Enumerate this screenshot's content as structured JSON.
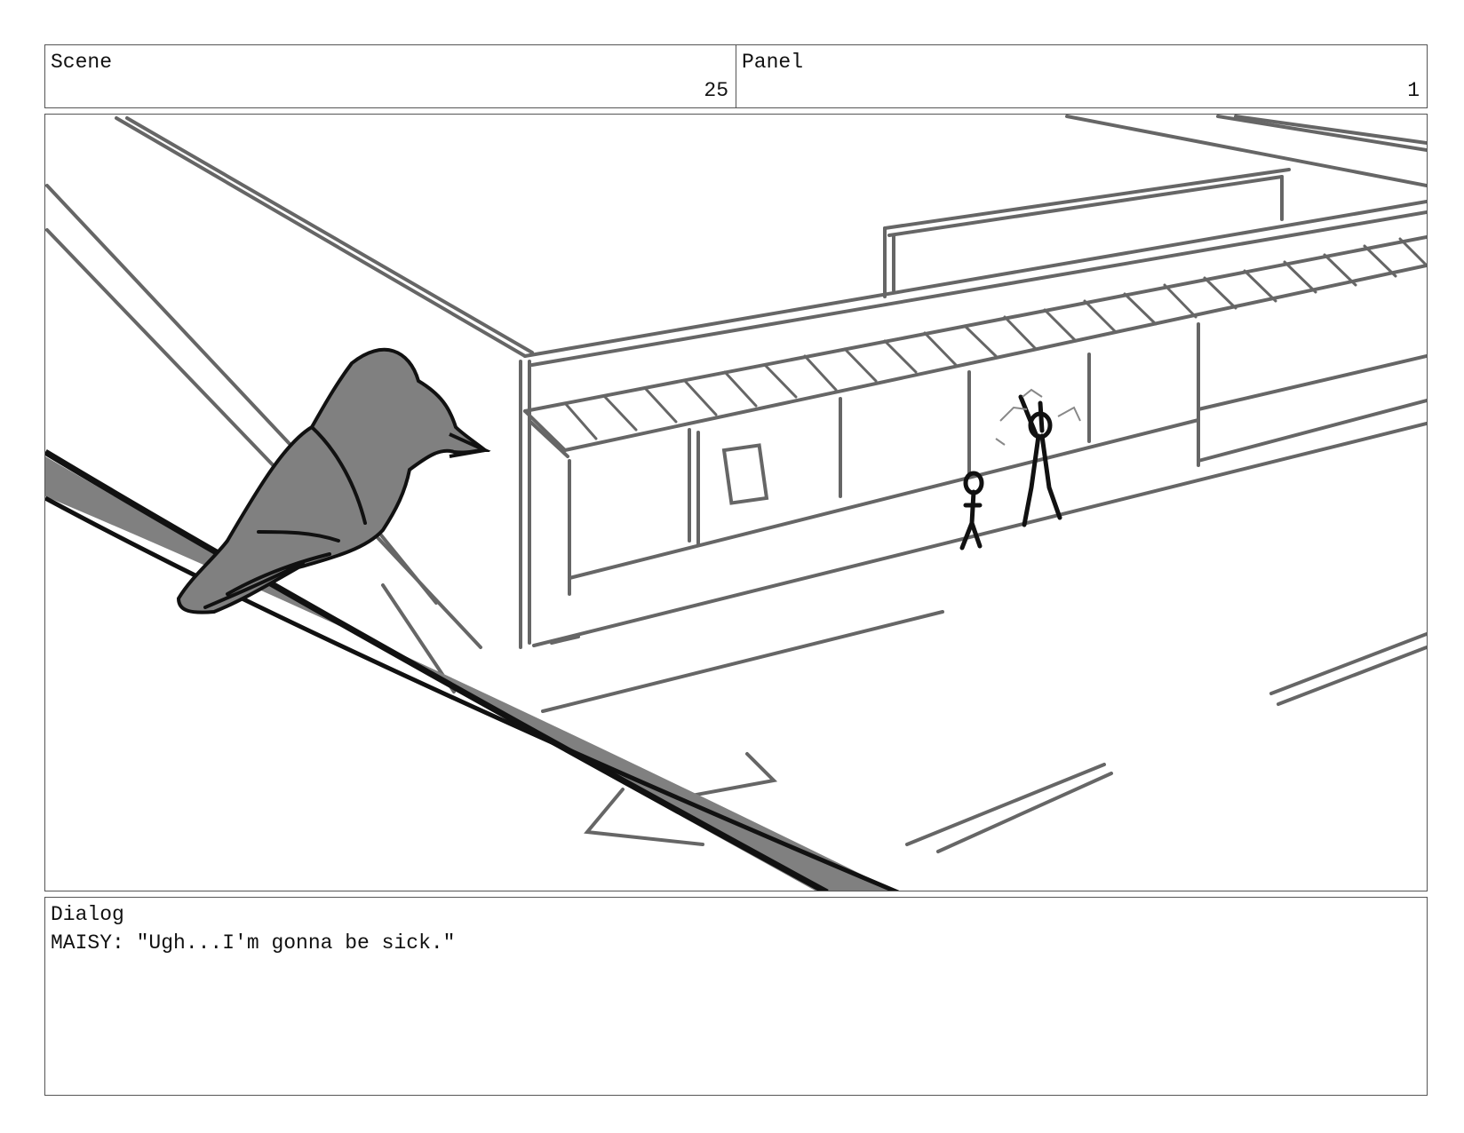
{
  "header": {
    "scene_label": "Scene",
    "scene_number": "25",
    "panel_label": "Panel",
    "panel_number": "1"
  },
  "frame": {
    "image_description_icon": "storyboard-sketch-icon"
  },
  "dialog": {
    "label": "Dialog",
    "text": "MAISY: \"Ugh...I'm gonna be sick.\""
  },
  "colors": {
    "border": "#555555",
    "sketch_line": "#666666",
    "ink": "#111111",
    "bird_fill": "#808080"
  }
}
